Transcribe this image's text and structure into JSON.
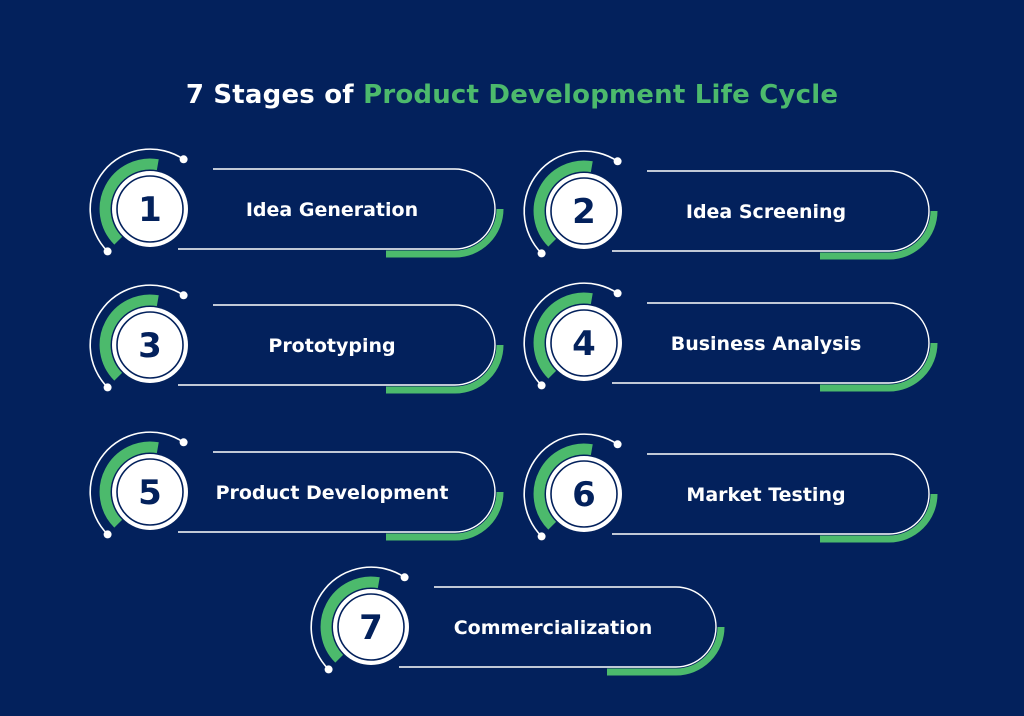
{
  "title": {
    "prefix": "7 Stages of ",
    "highlight": "Product Development Life Cycle"
  },
  "stages": [
    {
      "number": "1",
      "label": "Idea Generation"
    },
    {
      "number": "2",
      "label": "Idea Screening"
    },
    {
      "number": "3",
      "label": "Prototyping"
    },
    {
      "number": "4",
      "label": "Business Analysis"
    },
    {
      "number": "5",
      "label": "Product Development"
    },
    {
      "number": "6",
      "label": "Market Testing"
    },
    {
      "number": "7",
      "label": "Commercialization"
    }
  ],
  "colors": {
    "background": "#03215c",
    "accent": "#4cba6c",
    "line": "#ffffff",
    "number_text": "#03215c"
  }
}
